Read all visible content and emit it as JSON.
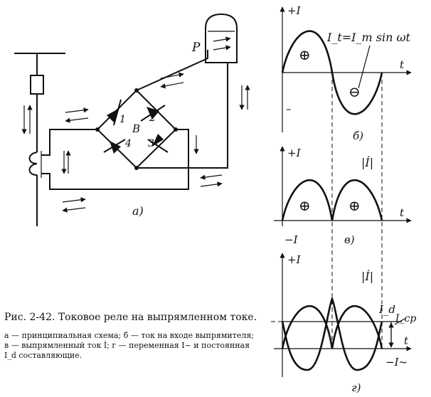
{
  "circuit": {
    "relay_label": "P",
    "bridge_label": "B",
    "diode_labels": [
      "1",
      "2",
      "3",
      "4"
    ],
    "panel_label": "а)"
  },
  "graph_b": {
    "yaxis_label": "+I",
    "taxis_label": "t",
    "formula": "I_t=I_m sin ωt",
    "positive_sign": "⊕",
    "negative_sign": "⊖",
    "minus_label": "–",
    "panel_label": "б)"
  },
  "graph_v": {
    "yaxis_label": "+I",
    "taxis_label": "t",
    "curve_label": "|İ|",
    "minus_label": "−I",
    "positive_sign_1": "⊕",
    "positive_sign_2": "⊕",
    "panel_label": "в)"
  },
  "graph_g": {
    "yaxis_label": "+I",
    "taxis_label": "t",
    "curve_label": "|İ|",
    "id_label": "I_d",
    "icp_label": "I_cp",
    "minus_label": "−I~",
    "panel_label": "г)"
  },
  "caption": {
    "title": "Рис. 2-42. Токовое реле на выпрямленном токе.",
    "description": "а — принципиальная схема; б — ток на входе выпрямителя; в — выпрямленный ток İ; г — переменная I~ и постоянная I_d составляющие."
  }
}
